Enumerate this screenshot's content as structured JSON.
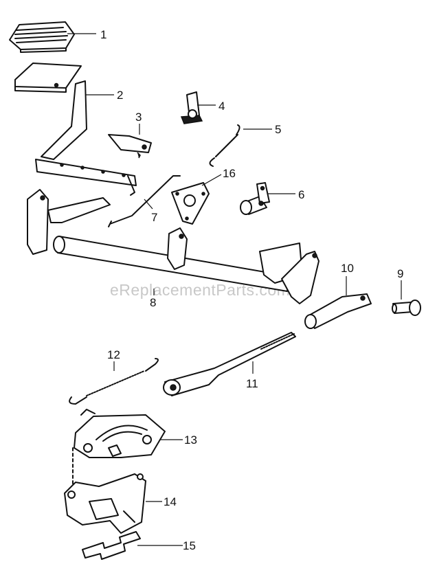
{
  "watermark": "eReplacementParts.com",
  "callouts": [
    "1",
    "2",
    "3",
    "4",
    "5",
    "6",
    "7",
    "8",
    "9",
    "10",
    "11",
    "12",
    "13",
    "14",
    "15",
    "16"
  ]
}
